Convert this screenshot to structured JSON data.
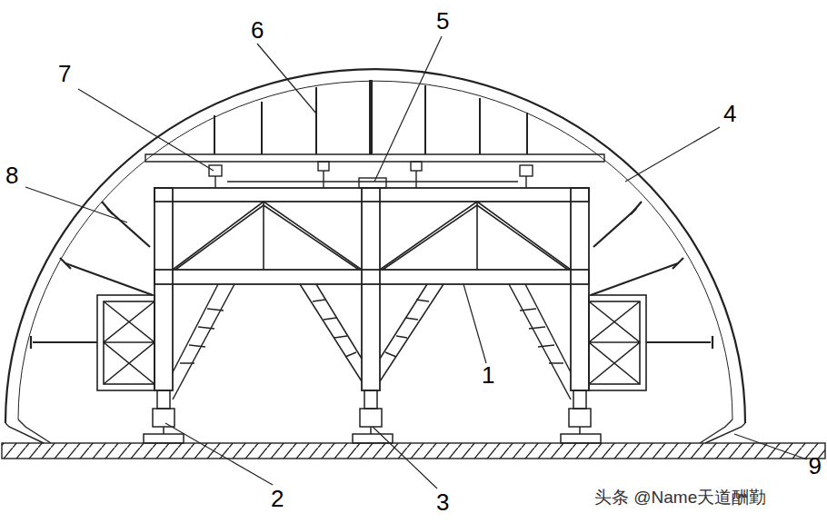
{
  "diagram": {
    "labels": [
      "6",
      "5",
      "7",
      "4",
      "8",
      "1",
      "9",
      "2",
      "3",
      "头条 @Name天道酬勤"
    ]
  }
}
